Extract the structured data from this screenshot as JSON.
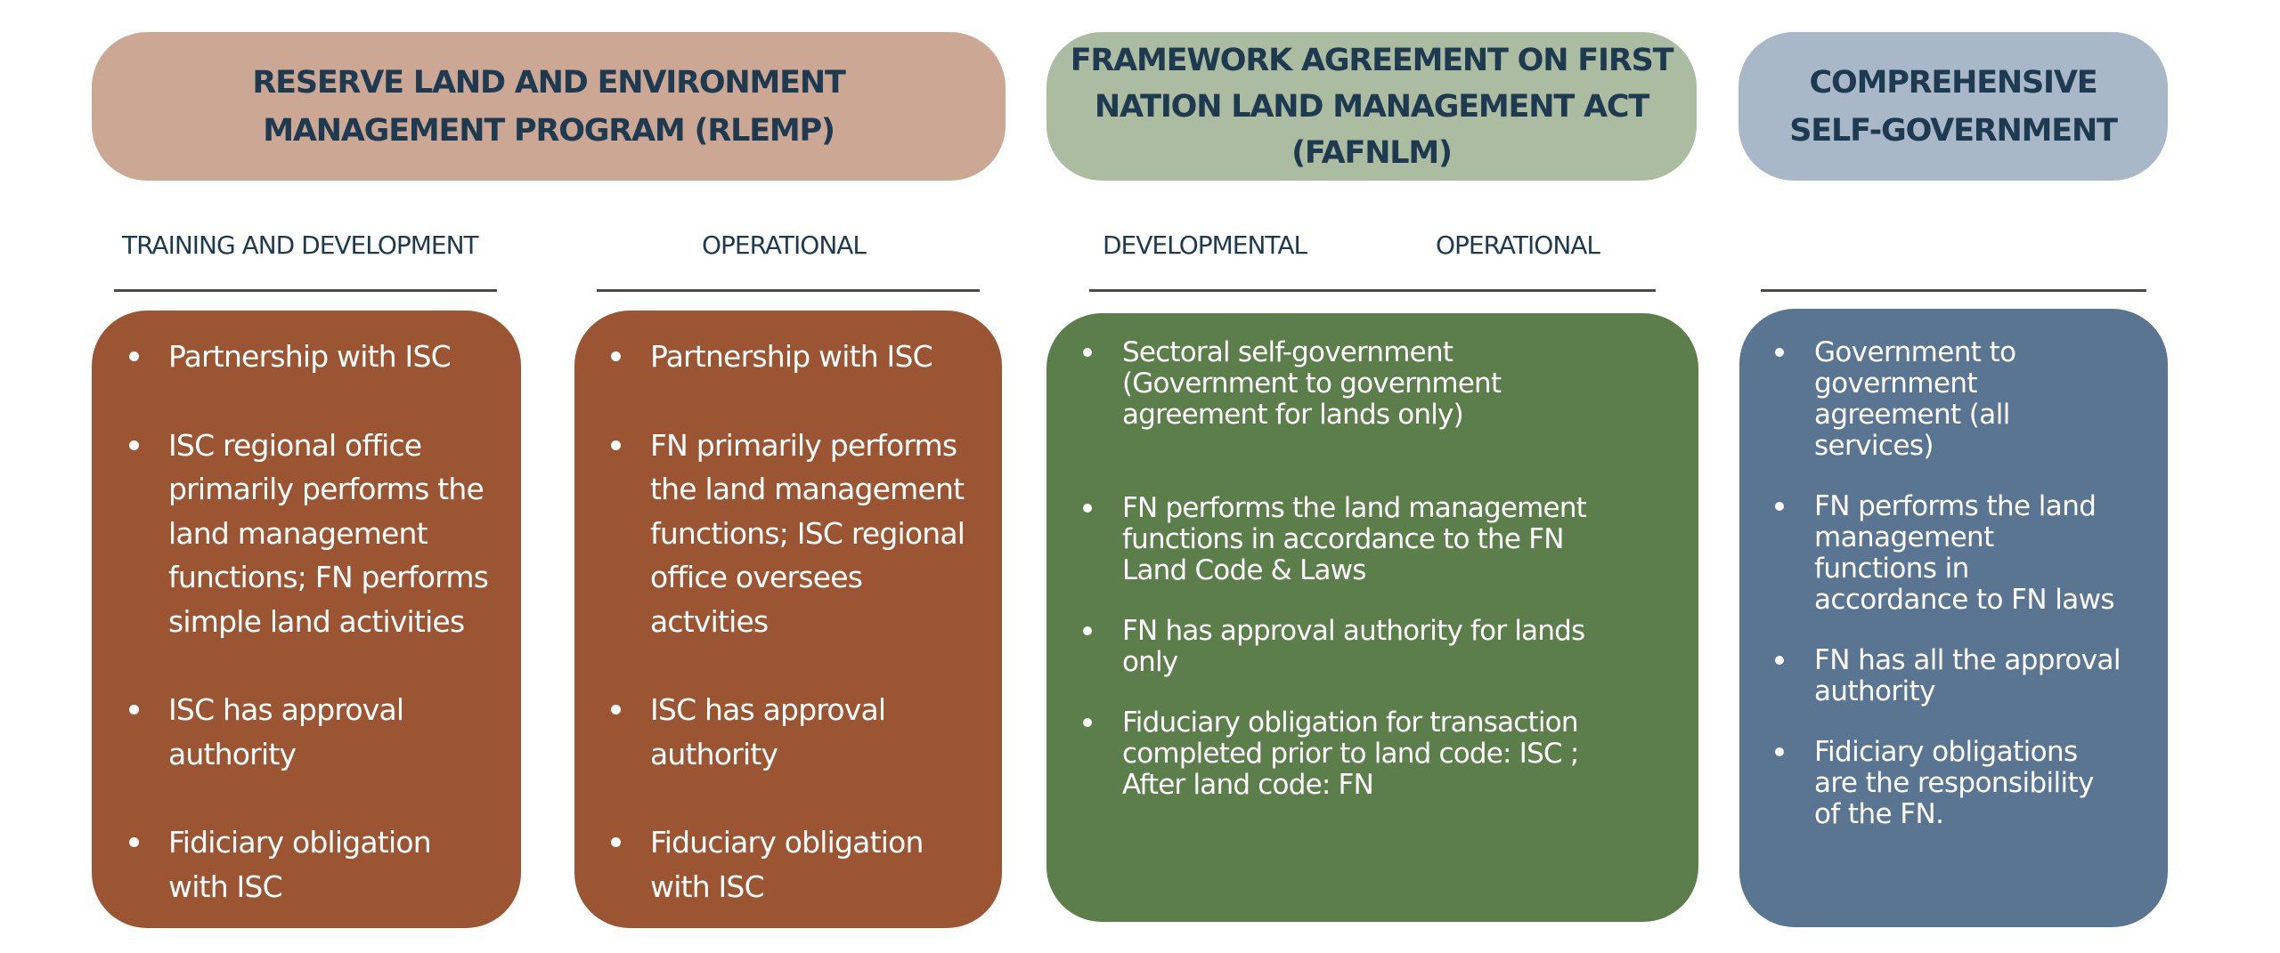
{
  "colors": {
    "heading_text": "#1e3a50",
    "rlemp_header": "#cba794",
    "rlemp_card": "#9b5533",
    "fafnlm_header": "#abbca1",
    "fafnlm_card": "#5c7e4b",
    "csg_header": "#a8b8c8",
    "csg_card": "#5a7591",
    "divider": "#4b4b45",
    "card_text": "#ffffff"
  },
  "programs": [
    {
      "id": "rlemp",
      "title": "RESERVE LAND AND ENVIRONMENT\nMANAGEMENT PROGRAM (RLEMP)",
      "columns": [
        {
          "label": "TRAINING AND DEVELOPMENT",
          "bullets": [
            "Partnership with ISC",
            "ISC regional office\nprimarily performs the\nland management\nfunctions; FN performs\nsimple land activities",
            "ISC has approval\nauthority",
            "Fidiciary obligation\nwith ISC"
          ]
        },
        {
          "label": "OPERATIONAL",
          "bullets": [
            "Partnership with ISC",
            "FN primarily performs\nthe land management\nfunctions; ISC regional\noffice oversees\nactvities",
            "ISC has approval\nauthority",
            "Fiduciary obligation\nwith ISC"
          ]
        }
      ]
    },
    {
      "id": "fafnlm",
      "title": "FRAMEWORK AGREEMENT ON FIRST\nNATION LAND MANAGEMENT ACT\n(FAFNLM)",
      "column_labels": [
        "DEVELOPMENTAL",
        "OPERATIONAL"
      ],
      "bullets": [
        "Sectoral self-government\n(Government to government\nagreement for lands only)",
        "FN performs the land management\nfunctions in accordance to the FN\nLand Code & Laws",
        "FN has approval authority for lands\nonly",
        "Fiduciary obligation for transaction\ncompleted prior to land code: ISC ;\nAfter land code: FN"
      ]
    },
    {
      "id": "csg",
      "title": "COMPREHENSIVE\nSELF-GOVERNMENT",
      "bullets": [
        "Government to\ngovernment\nagreement (all\nservices)",
        "FN performs the land\nmanagement\nfunctions in\naccordance to FN laws",
        "FN has all the approval\nauthority",
        "Fidiciary obligations\nare the responsibility\nof the FN."
      ]
    }
  ]
}
